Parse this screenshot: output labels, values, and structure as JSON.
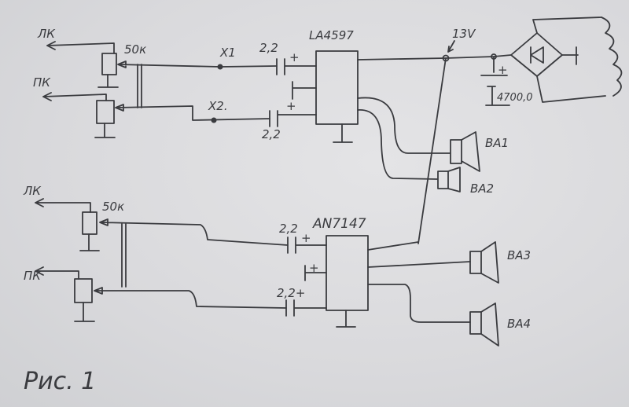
{
  "labels": {
    "left_channel": "ЛК",
    "right_channel": "ПК",
    "pot_value": "50к",
    "input_x1": "X1",
    "input_x2": "X2.",
    "cap_value": "2,2",
    "cap_value_plus": "2,2+",
    "plus": "+",
    "amp_top": "LA4597",
    "amp_bottom": "AN7147",
    "supply": "13V",
    "filter_cap": "4700,0",
    "speaker_1": "BA1",
    "speaker_2": "BA2",
    "speaker_3": "BA3",
    "speaker_4": "BA4",
    "figure_caption": "Рис. 1"
  }
}
